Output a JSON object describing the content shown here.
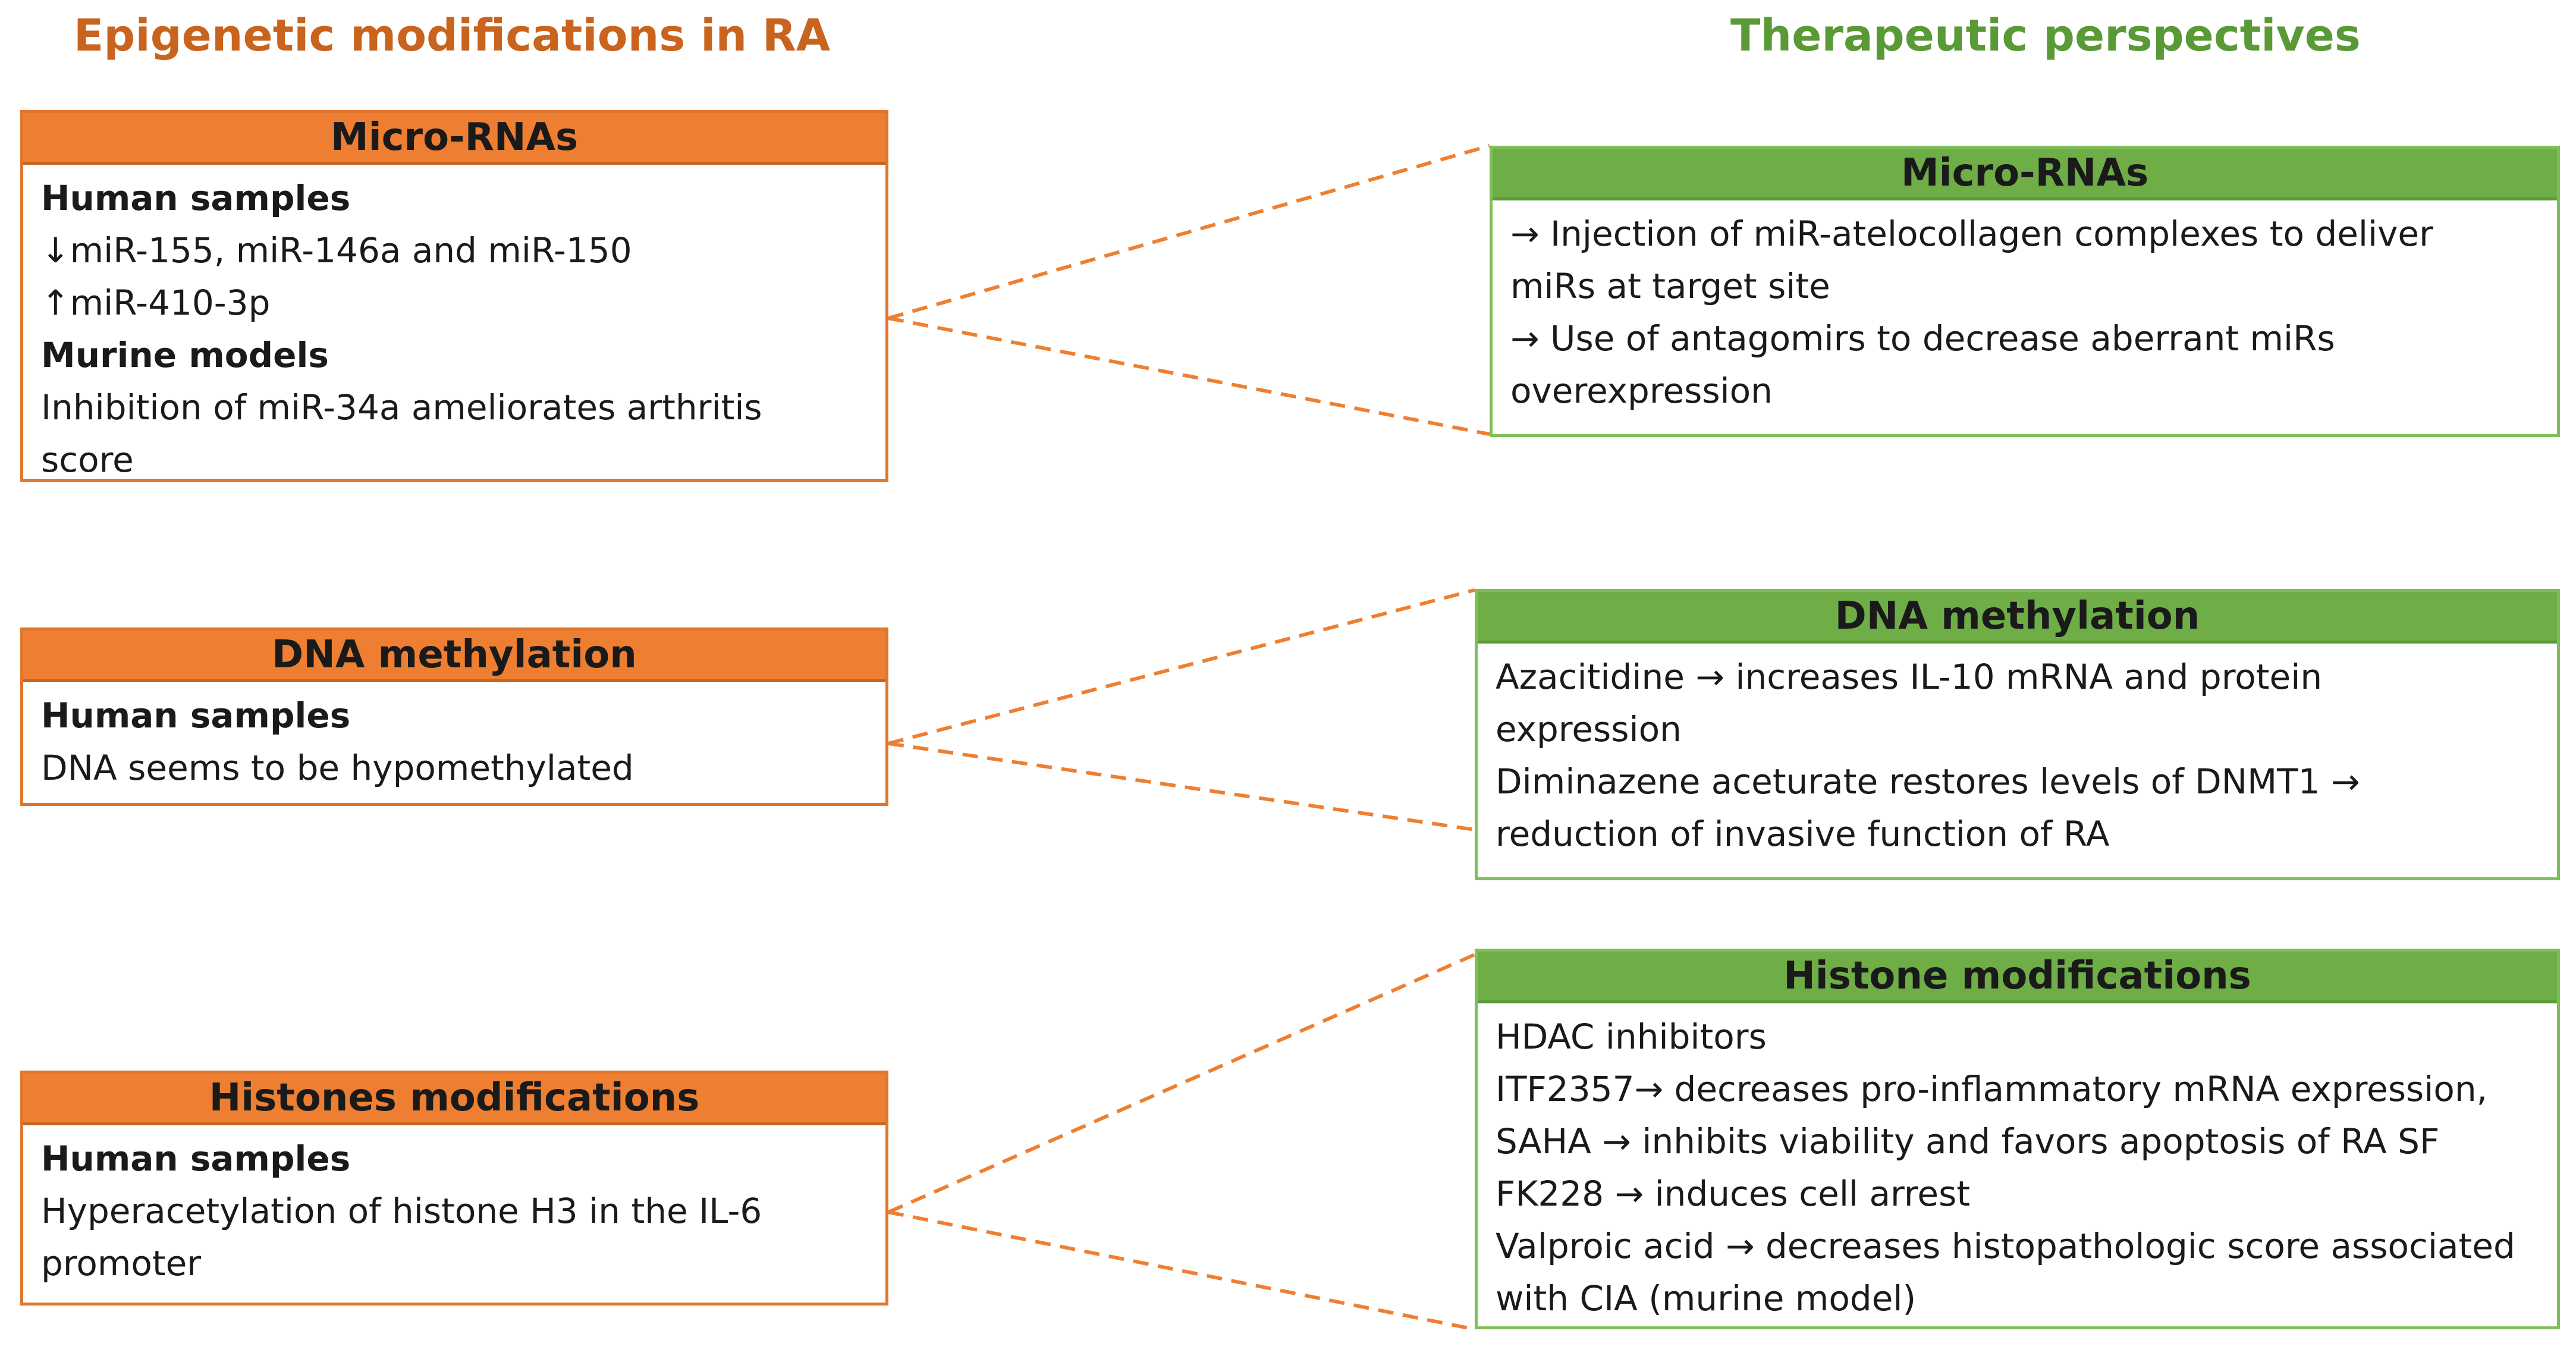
{
  "titles": {
    "left": "Epigenetic modifications in RA",
    "right": "Therapeutic perspectives"
  },
  "colors": {
    "orange_title": "#c8641e",
    "orange_header": "#ee7f32",
    "green_title": "#5a9a36",
    "green_header": "#6fad47",
    "connector": "#ee7f32"
  },
  "left_boxes": {
    "mirna": {
      "header": "Micro-RNAs",
      "lines": [
        "Human samples",
        "↓miR-155, miR-146a and miR-150",
        "↑miR-410-3p",
        "Murine models",
        "Inhibition of miR-34a ameliorates arthritis",
        "score"
      ]
    },
    "dna": {
      "header": "DNA methylation",
      "lines": [
        "Human samples",
        "DNA seems to be hypomethylated"
      ]
    },
    "histone": {
      "header": "Histones modifications",
      "lines": [
        "Human samples",
        "Hyperacetylation of histone H3 in the IL-6",
        "promoter"
      ]
    }
  },
  "right_boxes": {
    "mirna": {
      "header": "Micro-RNAs",
      "lines": [
        "→ Injection of miR-atelocollagen complexes to deliver",
        "miRs at target site",
        "→ Use of antagomirs to decrease aberrant miRs",
        "overexpression"
      ]
    },
    "dna": {
      "header": "DNA methylation",
      "lines": [
        "Azacitidine → increases IL-10 mRNA and protein",
        "expression",
        "Diminazene aceturate restores levels of DNMT1 →",
        "reduction of invasive function of RA"
      ]
    },
    "histone": {
      "header": "Histone modifications",
      "lines": [
        "HDAC inhibitors",
        "ITF2357→ decreases pro-inflammatory mRNA expression,",
        "SAHA → inhibits viability and favors apoptosis of RA SF",
        "FK228 → induces cell arrest",
        "Valproic acid → decreases histopathologic score associated",
        "with CIA (murine model)"
      ]
    }
  }
}
